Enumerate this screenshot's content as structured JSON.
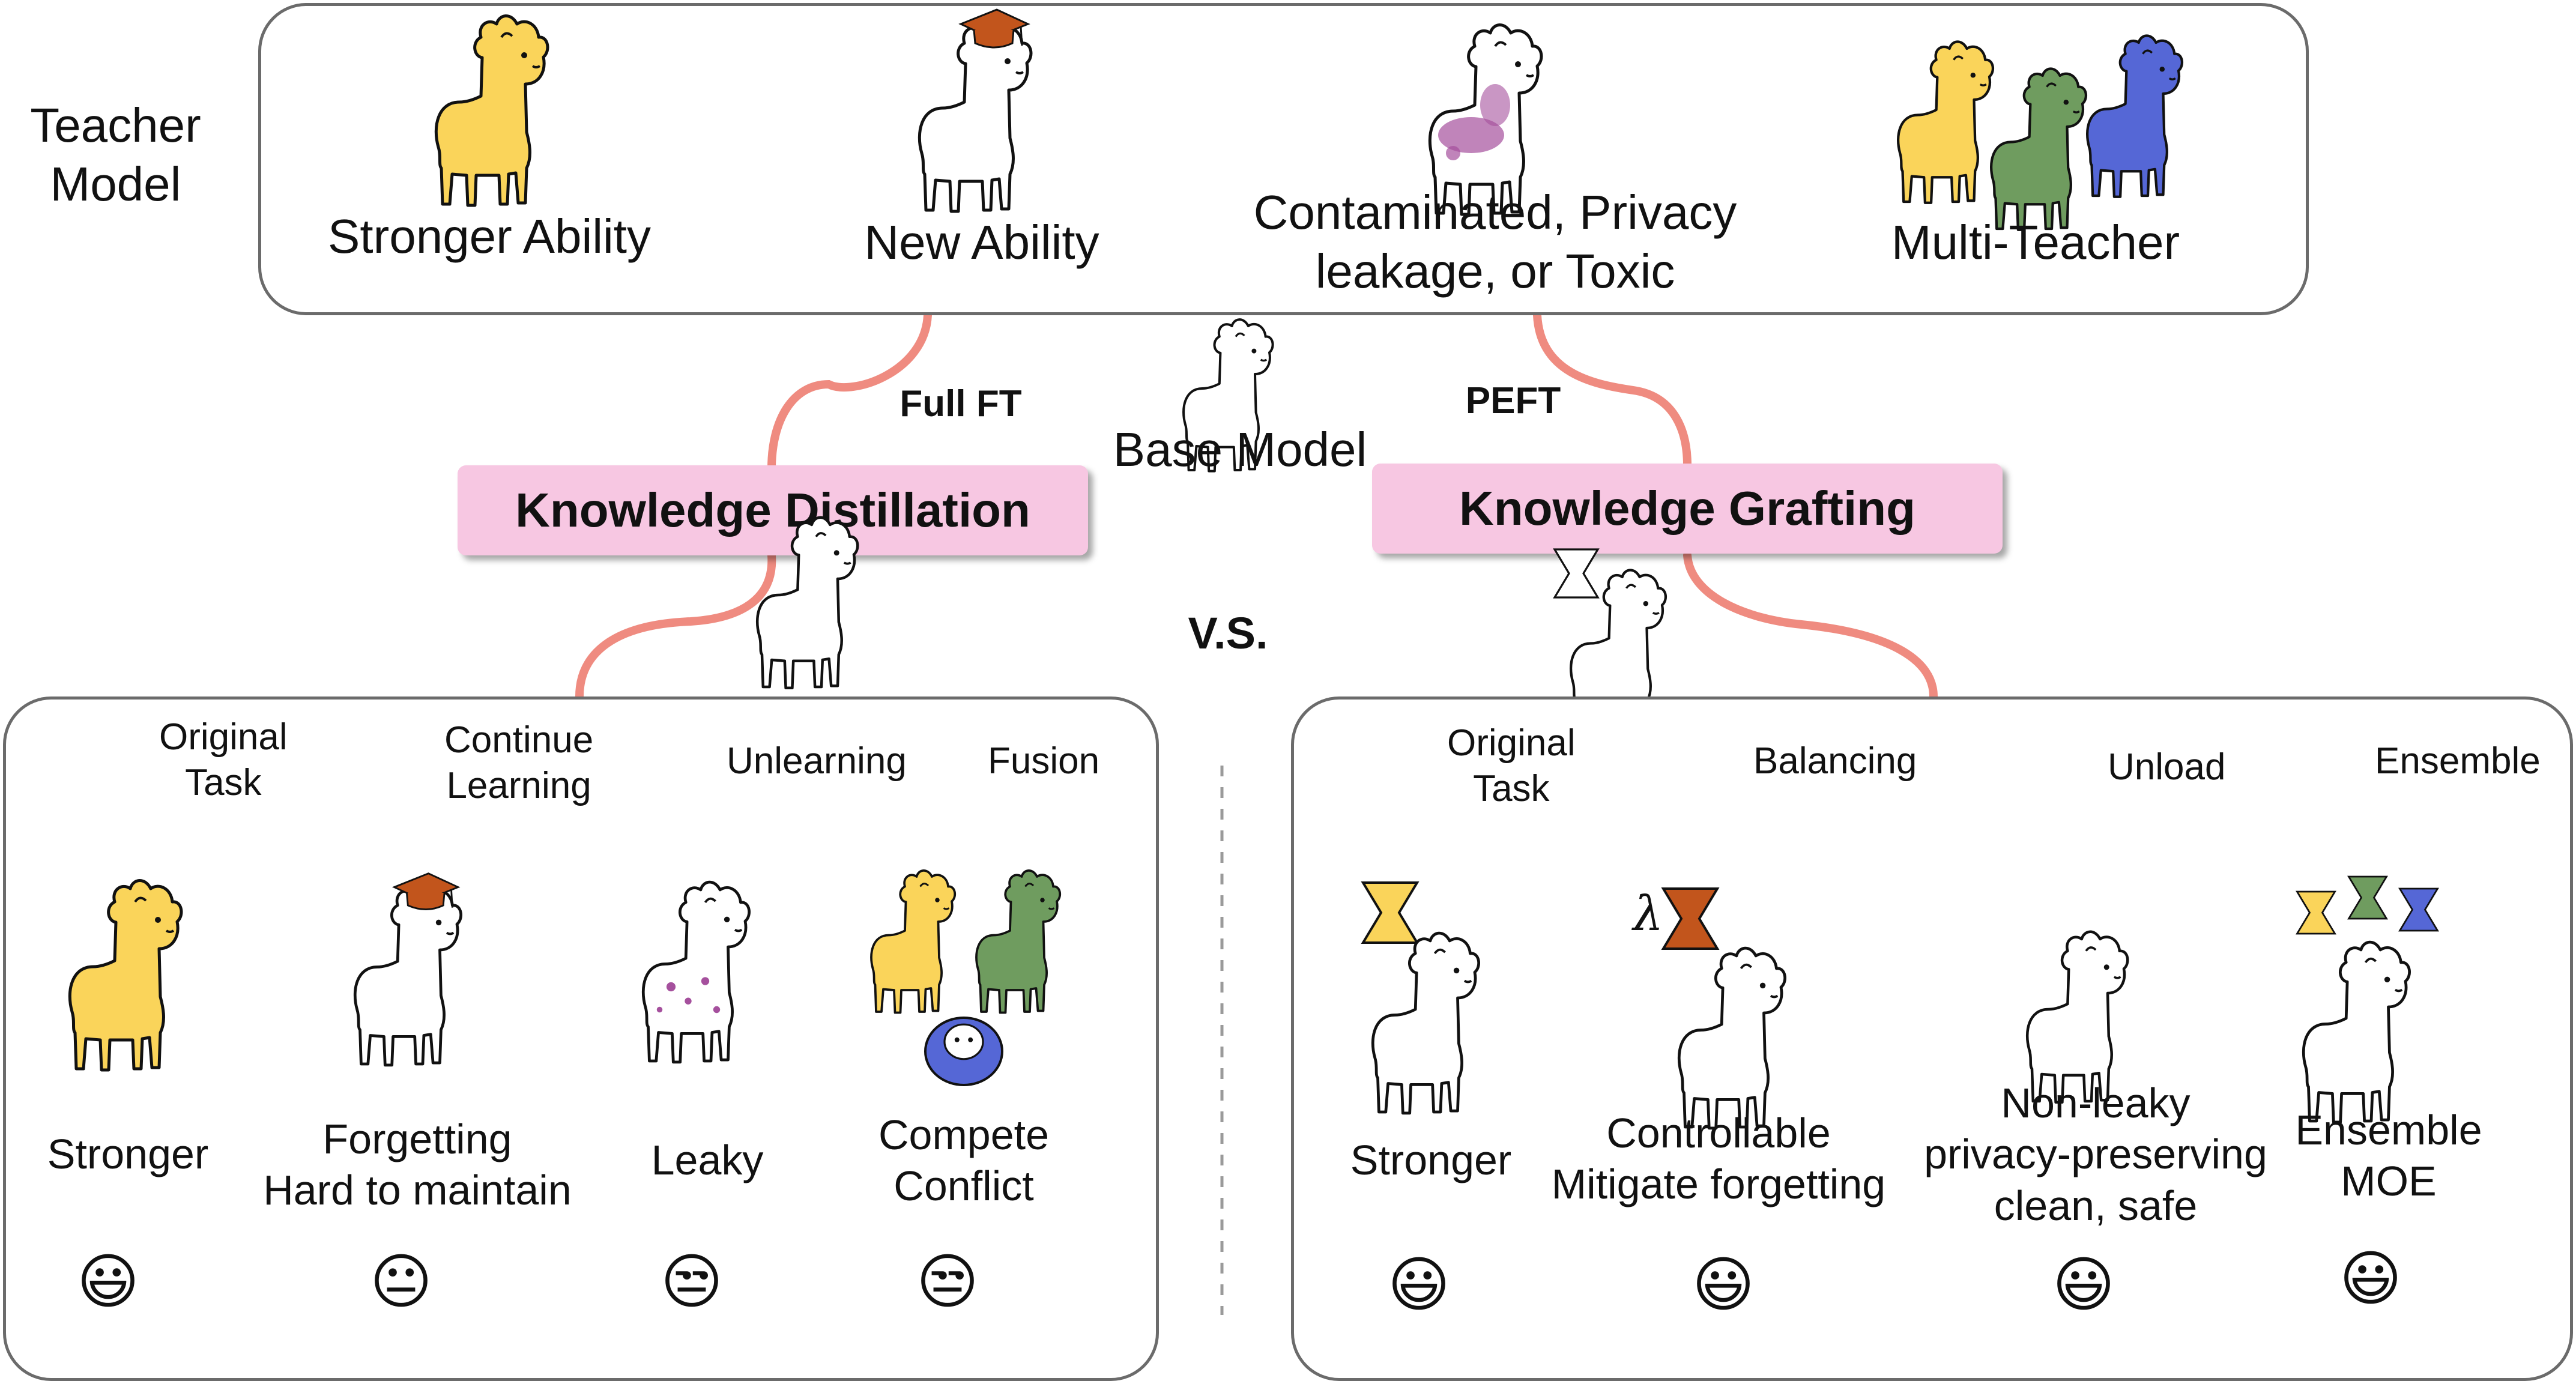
{
  "teacher": {
    "label_line1": "Teacher",
    "label_line2": "Model",
    "items": [
      {
        "label": "Stronger Ability"
      },
      {
        "label": "New Ability"
      },
      {
        "label_line1": "Contaminated, Privacy",
        "label_line2": "leakage, or Toxic"
      },
      {
        "label": "Multi-Teacher"
      }
    ]
  },
  "connectors": {
    "full_ft": "Full FT",
    "peft": "PEFT",
    "base_model": "Base Model",
    "vs": "V.S."
  },
  "distillation": {
    "title": "Knowledge Distillation",
    "branches": [
      {
        "arrow_l1": "Original",
        "arrow_l2": "Task",
        "res_l1": "Stronger",
        "res_l2": "",
        "emoji": "😃"
      },
      {
        "arrow_l1": "Continue",
        "arrow_l2": "Learning",
        "res_l1": "Forgetting",
        "res_l2": "Hard to maintain",
        "emoji": "😐"
      },
      {
        "arrow_l1": "Unlearning",
        "arrow_l2": "",
        "res_l1": "Leaky",
        "res_l2": "",
        "emoji": "😒"
      },
      {
        "arrow_l1": "Fusion",
        "arrow_l2": "",
        "res_l1": "Compete",
        "res_l2": "Conflict",
        "emoji": "😒"
      }
    ]
  },
  "grafting": {
    "title": "Knowledge Grafting",
    "lambda": "λ",
    "branches": [
      {
        "arrow_l1": "Original",
        "arrow_l2": "Task",
        "res_l1": "Stronger",
        "res_l2": "",
        "res_l3": "",
        "emoji": "😃"
      },
      {
        "arrow_l1": "Balancing",
        "arrow_l2": "",
        "res_l1": "Controllable",
        "res_l2": "Mitigate forgetting",
        "res_l3": "",
        "emoji": "😃"
      },
      {
        "arrow_l1": "Unload",
        "arrow_l2": "",
        "res_l1": "Non-leaky",
        "res_l2": "privacy-preserving",
        "res_l3": "clean, safe",
        "emoji": "😃"
      },
      {
        "arrow_l1": "Ensemble",
        "arrow_l2": "",
        "res_l1": "Ensemble",
        "res_l2": "MOE",
        "res_l3": "",
        "emoji": "😃"
      }
    ]
  },
  "colors": {
    "yellow": "#fad45a",
    "orange": "#c2551c",
    "purple": "#a5509d",
    "green": "#6f9c5f",
    "blue": "#5567d6",
    "arrow": "#ef8b80",
    "pill": "#f7c7e2"
  }
}
